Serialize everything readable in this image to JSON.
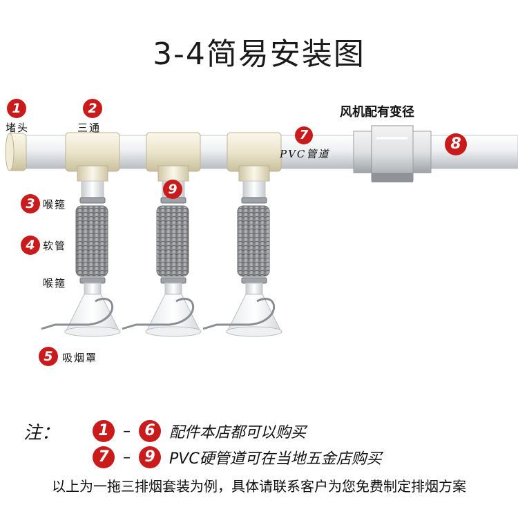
{
  "title": "3-4简易安装图",
  "labels": {
    "cap": "堵头",
    "tee": "三通",
    "pvc_pipe": "PVC管道",
    "fan_note": "风机配有变径",
    "clamp_top": "喉箍",
    "hose": "软管",
    "clamp_bottom": "喉箍",
    "hood": "吸烟罩"
  },
  "badges": {
    "b1": "1",
    "b2": "2",
    "b3": "3",
    "b4": "4",
    "b5": "5",
    "b7": "7",
    "b8": "8",
    "b9": "9"
  },
  "notes": {
    "prefix": "注：",
    "line1_from": "1",
    "line1_dash": "–",
    "line1_to": "6",
    "line1_text": "配件本店都可以购买",
    "line2_from": "7",
    "line2_dash": "–",
    "line2_to": "9",
    "line2_text": "PVC硬管道可在当地五金店购买",
    "footer": "以上为一拖三排烟套装为例，具体请联系客户为您免费制定排烟方案"
  },
  "colors": {
    "badge": "#c91b1b",
    "pipe": "#e8eaec",
    "fitting": "#e9e2c9"
  }
}
